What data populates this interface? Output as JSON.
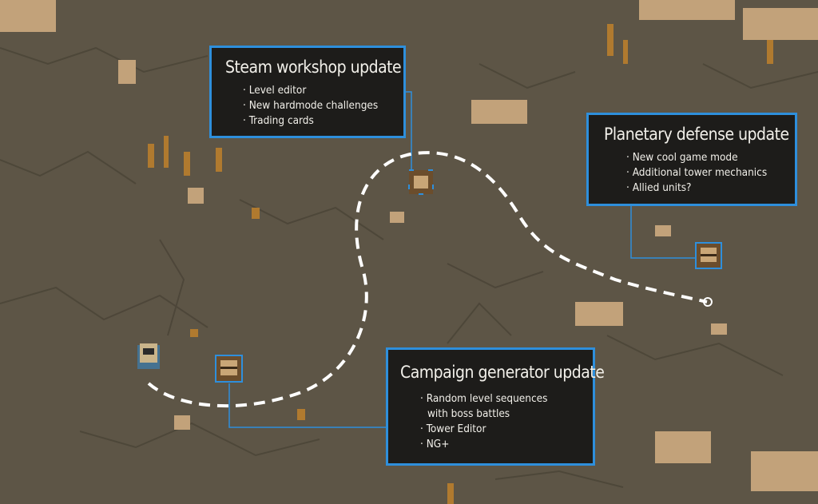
{
  "roadmap": {
    "updates": [
      {
        "title": "Steam workshop update",
        "items": [
          "Level editor",
          "New hardmode challenges",
          "Trading cards"
        ]
      },
      {
        "title": "Planetary defense update",
        "items": [
          "New cool game mode",
          "Additional tower mechanics",
          "Allied units?"
        ]
      },
      {
        "title": "Campaign generator update",
        "items": [
          "Random level sequences",
          "with boss battles",
          "Tower Editor",
          "NG+"
        ]
      }
    ]
  },
  "colors": {
    "accent": "#2e8fdc",
    "panel": "#1d1c1a",
    "path": "#ffffff",
    "ground": "#5d5546"
  }
}
